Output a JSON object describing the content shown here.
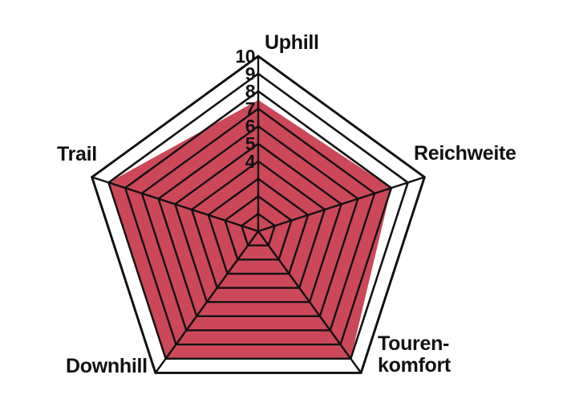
{
  "chart_data": {
    "type": "radar",
    "title": "",
    "categories": [
      "Uphill",
      "Reichweite",
      "Touren-komfort",
      "Downhill",
      "Trail"
    ],
    "values": [
      7.5,
      8,
      9,
      9,
      9
    ],
    "series": [
      {
        "name": "",
        "values": [
          7.5,
          8,
          9,
          9,
          9
        ]
      }
    ],
    "scale_min": 0,
    "scale_max": 10,
    "rings": [
      1,
      2,
      3,
      4,
      5,
      6,
      7,
      8,
      9,
      10
    ],
    "tick_labels": [
      "10",
      "9",
      "8",
      "7",
      "6",
      "5",
      "4"
    ],
    "tick_values": [
      10,
      9,
      8,
      7,
      6,
      5,
      4
    ],
    "tick_axis": "Uphill",
    "grid": true,
    "legend": "none",
    "fill_color": "#cc4858",
    "line_color": "#111111",
    "background_color": "#ffffff"
  },
  "labels": {
    "uphill": "Uphill",
    "reichweite": "Reichweite",
    "tourenkomfort_line1": "Touren-",
    "tourenkomfort_line2": "komfort",
    "downhill": "Downhill",
    "trail": "Trail"
  },
  "ticks": {
    "t10": "10",
    "t9": "9",
    "t8": "8",
    "t7": "7",
    "t6": "6",
    "t5": "5",
    "t4": "4"
  },
  "colors": {
    "fill": "#cc4858",
    "stroke": "#111111",
    "background": "#ffffff"
  }
}
